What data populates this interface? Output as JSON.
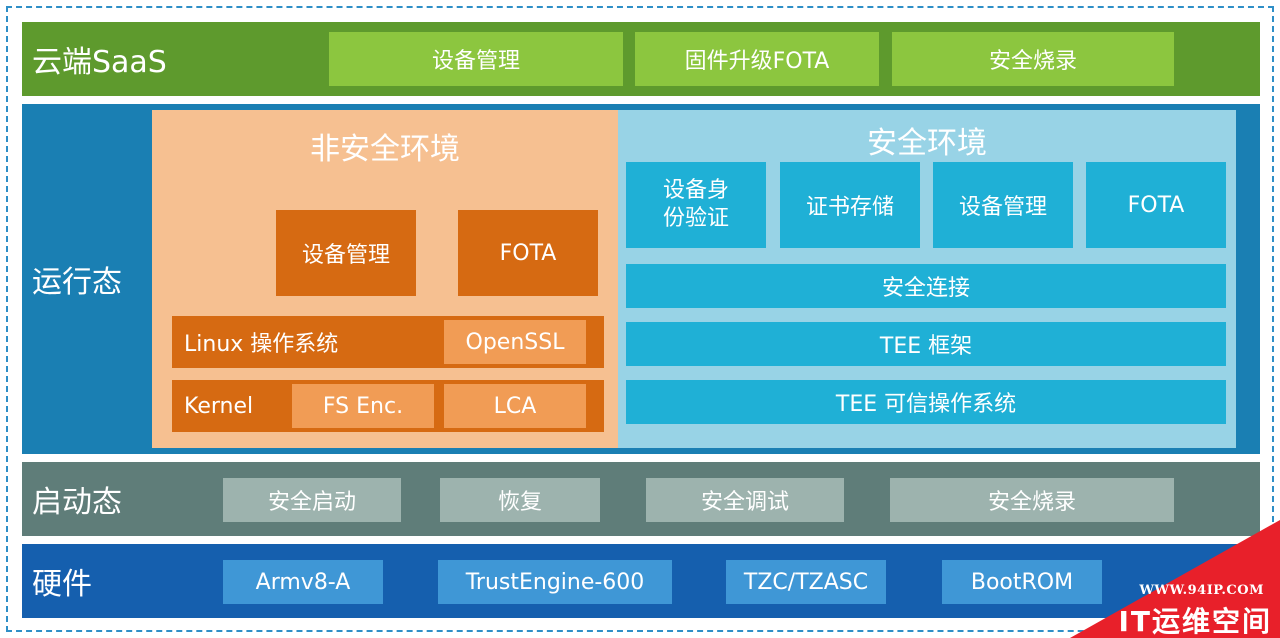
{
  "layers": {
    "cloud": {
      "title": "云端SaaS",
      "items": [
        "设备管理",
        "固件升级FOTA",
        "安全烧录"
      ]
    },
    "runtime": {
      "title": "运行态",
      "non_secure": {
        "title": "非安全环境",
        "apps": [
          "设备管理",
          "FOTA"
        ],
        "os_label": "Linux 操作系统",
        "os_component": "OpenSSL",
        "kernel_label": "Kernel",
        "kernel_components": [
          "FS Enc.",
          "LCA"
        ]
      },
      "secure": {
        "title": "安全环境",
        "services": [
          "设备身\n份验证",
          "证书存储",
          "设备管理",
          "FOTA"
        ],
        "bars": [
          "安全连接",
          "TEE 框架",
          "TEE 可信操作系统"
        ]
      }
    },
    "boot": {
      "title": "启动态",
      "items": [
        "安全启动",
        "恢复",
        "安全调试",
        "安全烧录"
      ]
    },
    "hardware": {
      "title": "硬件",
      "items": [
        "Armv8-A",
        "TrustEngine-600",
        "TZC/TZASC",
        "BootROM"
      ]
    }
  },
  "watermark": {
    "url": "WWW.94IP.COM",
    "text": "IT运维空间"
  },
  "colors": {
    "cloud_bg": "#5e9a2d",
    "cloud_box": "#8cc63f",
    "runtime_bg": "#1a7fb3",
    "non_secure_bg": "#f6c091",
    "orange": "#d66a12",
    "orange_light": "#f19c55",
    "secure_bg": "#98d3e6",
    "teal": "#1fb0d6",
    "boot_bg": "#5f7d79",
    "boot_box": "#9db3ae",
    "hardware_bg": "#155fae",
    "hardware_box": "#3f97d6",
    "watermark_red": "#e8202a"
  }
}
